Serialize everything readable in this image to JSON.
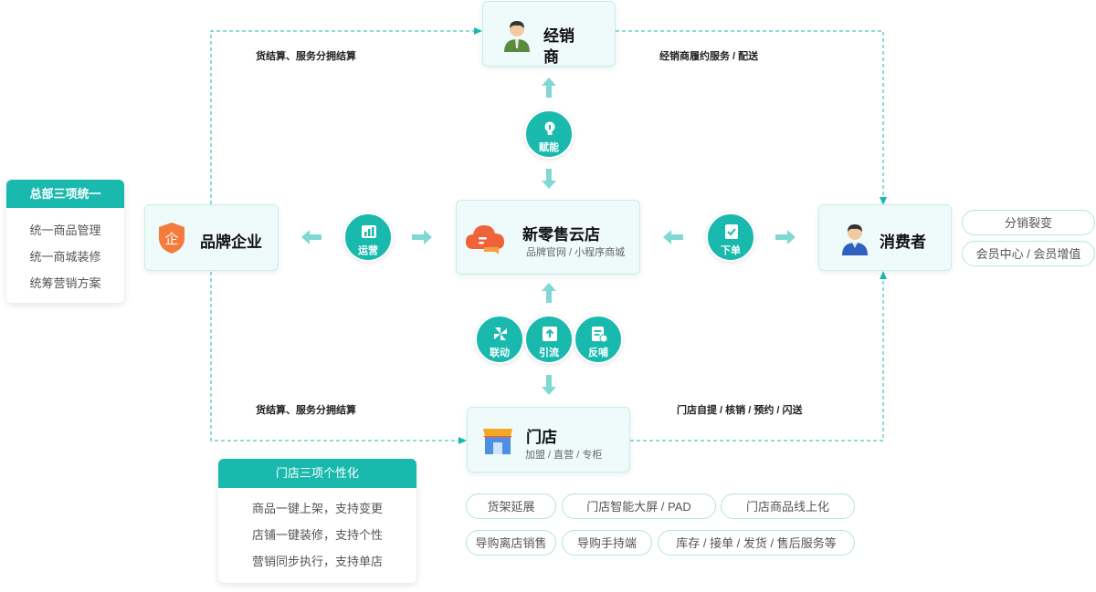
{
  "nodes": {
    "distributor": {
      "title": "经销商"
    },
    "cloud_store": {
      "title": "新零售云店",
      "subtitle": "品牌官网 / 小程序商城"
    },
    "brand": {
      "title": "品牌企业"
    },
    "consumer": {
      "title": "消费者"
    },
    "store": {
      "title": "门店",
      "subtitle": "加盟 / 直营 / 专柜"
    }
  },
  "actions": {
    "empower": "赋能",
    "operate": "运营",
    "order": "下单",
    "link": "联动",
    "traffic": "引流",
    "feedback": "反哺"
  },
  "edge_labels": {
    "brand_distributor": "货结算、服务分拥结算",
    "distributor_consumer": "经销商履约服务 / 配送",
    "brand_store": "货结算、服务分拥结算",
    "store_consumer": "门店自提 / 核销 / 预约 / 闪送"
  },
  "hq_panel": {
    "title": "总部三项统一",
    "items": [
      "统一商品管理",
      "统一商城装修",
      "统筹营销方案"
    ]
  },
  "store_panel": {
    "title": "门店三项个性化",
    "items": [
      "商品一键上架，支持变更",
      "店铺一键装修，支持个性",
      "营销同步执行，支持单店"
    ]
  },
  "consumer_tags": [
    "分销裂变",
    "会员中心 / 会员增值"
  ],
  "store_features": [
    [
      "货架延展",
      "门店智能大屏 / PAD",
      "门店商品线上化"
    ],
    [
      "导购离店销售",
      "导购手持端",
      "库存 / 接单 / 发货 / 售后服务等"
    ]
  ],
  "colors": {
    "accent": "#19b9ae",
    "node_bg": "#effbfa",
    "arrow": "#7fd9d2",
    "brand_shield": "#f47b3b",
    "cloud": "#f0623a",
    "person_shirt_distributor": "#5a8a3c",
    "person_shirt_consumer": "#2f5fbf"
  }
}
